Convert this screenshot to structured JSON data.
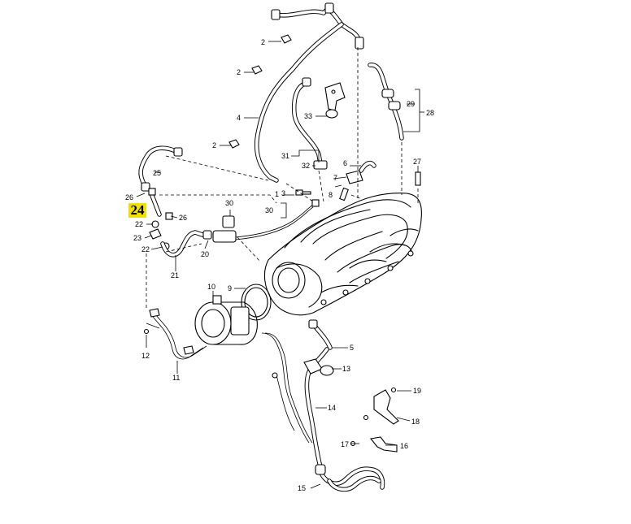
{
  "highlight": {
    "label": "24",
    "color": "#f2e000"
  },
  "callouts": {
    "c1": "1",
    "c2a": "2",
    "c2b": "2",
    "c2c": "2",
    "c3": "3",
    "c4": "4",
    "c5": "5",
    "c6": "6",
    "c7": "7",
    "c8": "8",
    "c9": "9",
    "c10": "10",
    "c11": "11",
    "c12": "12",
    "c13": "13",
    "c14": "14",
    "c15": "15",
    "c16": "16",
    "c17": "17",
    "c18": "18",
    "c19": "19",
    "c20": "20",
    "c21": "21",
    "c22a": "22",
    "c22b": "22",
    "c23": "23",
    "c25": "25",
    "c26a": "26",
    "c26b": "26",
    "c27": "27",
    "c28": "28",
    "c29": "29",
    "c30a": "30",
    "c30b": "30",
    "c31": "31",
    "c32": "32",
    "c33": "33"
  }
}
